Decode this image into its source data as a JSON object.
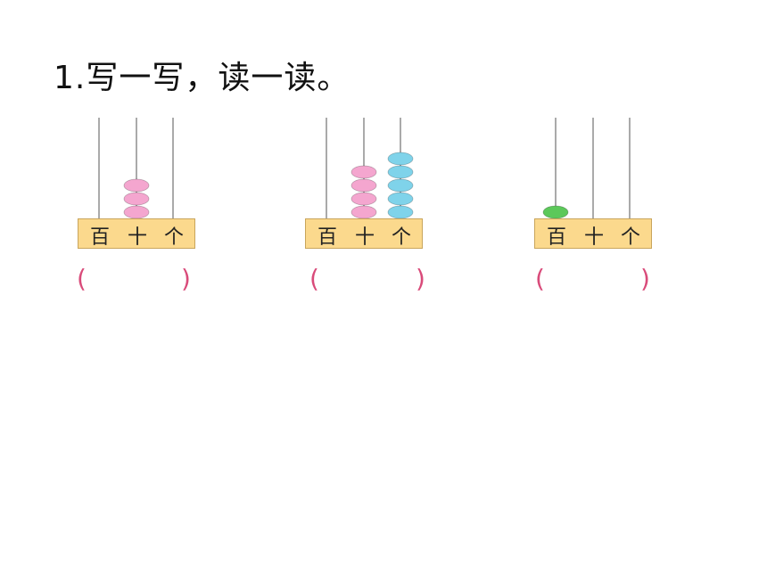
{
  "title": "1.写一写，读一读。",
  "places": [
    "百",
    "十",
    "个"
  ],
  "parentheses": {
    "open": "(",
    "close": ")"
  },
  "colors": {
    "pink_bead": "#f4a6cf",
    "blue_bead": "#7fd3ea",
    "green_bead": "#5cc85a",
    "base": "#fbd98d"
  },
  "abacuses": [
    {
      "beads": {
        "hundreds": 0,
        "tens": 3,
        "ones": 0
      }
    },
    {
      "beads": {
        "hundreds": 0,
        "tens": 4,
        "ones": 5
      }
    },
    {
      "beads": {
        "hundreds": 1,
        "tens": 0,
        "ones": 0
      }
    }
  ]
}
